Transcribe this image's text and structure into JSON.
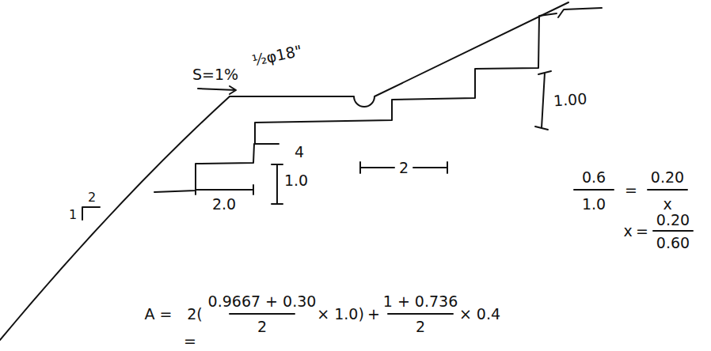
{
  "diagram": {
    "labels": [
      "S=1%",
      "½φ18\"",
      "1.00",
      "1",
      "2",
      "4",
      "2",
      "1.0",
      "0.6",
      "=",
      "0.20",
      "1.0",
      "x",
      "2.0",
      "x",
      "=",
      "0.20",
      "0.60",
      "A =",
      "2(",
      "0.9667 + 0.30",
      "2",
      "× 1.0)",
      "+",
      "1 + 0.736",
      "2",
      "× 0.4",
      "="
    ]
  }
}
